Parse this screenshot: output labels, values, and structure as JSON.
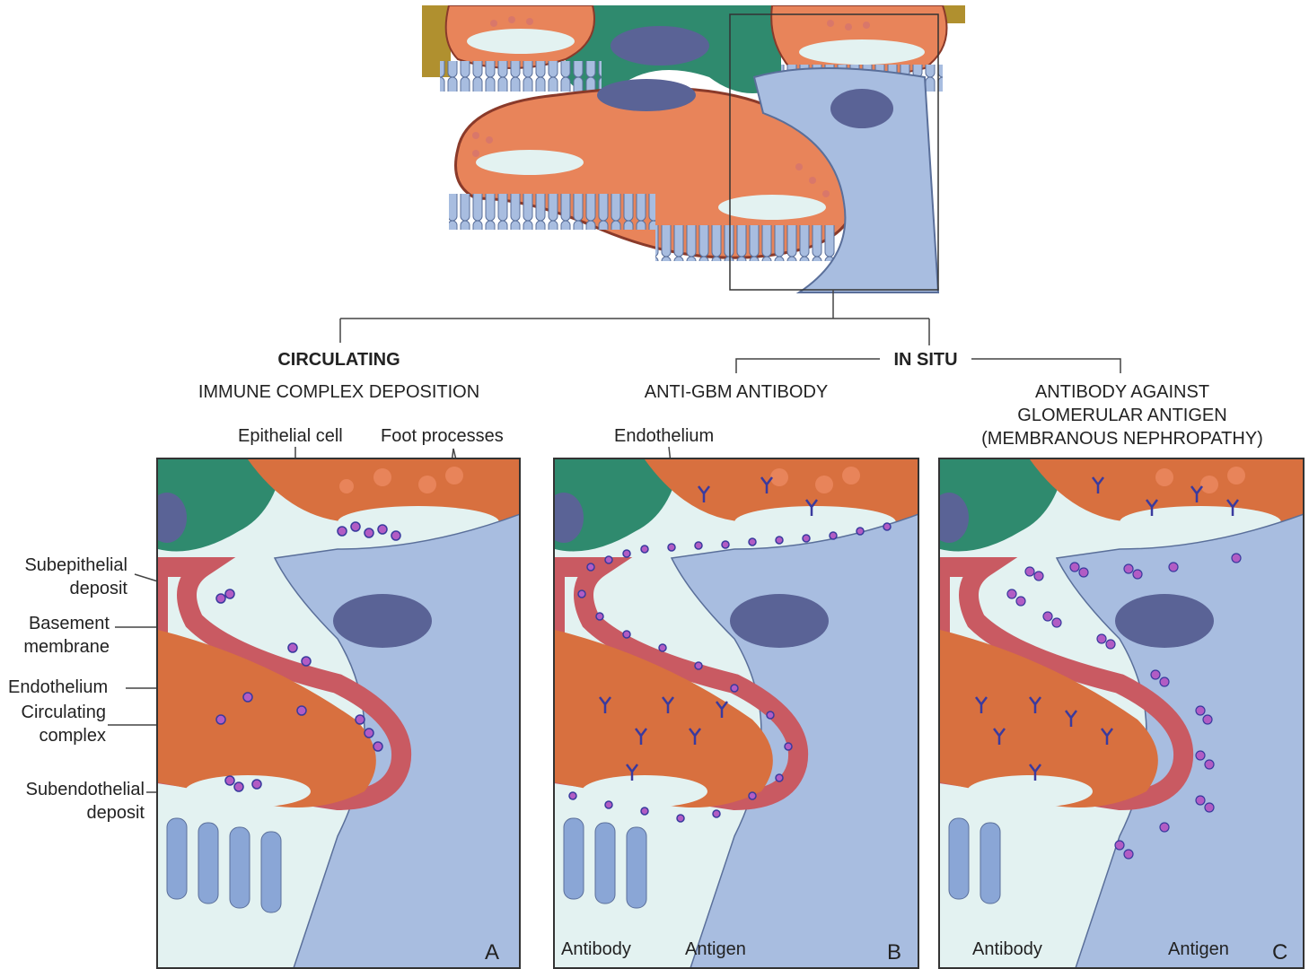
{
  "header": {
    "circulating_bold": "CIRCULATING",
    "circulating_sub": "IMMUNE COMPLEX DEPOSITION",
    "in_situ": "IN SITU",
    "anti_gbm": "ANTI-GBM ANTIBODY",
    "antibody_against_1": "ANTIBODY AGAINST",
    "antibody_against_2": "GLOMERULAR ANTIGEN",
    "antibody_against_3": "(MEMBRANOUS NEPHROPATHY)"
  },
  "panel_a": {
    "letter": "A",
    "labels": {
      "epithelial_cell": "Epithelial cell",
      "foot_processes": "Foot processes",
      "subepithelial_1": "Subepithelial",
      "subepithelial_2": "deposit",
      "basement_1": "Basement",
      "basement_2": "membrane",
      "endothelium": "Endothelium",
      "circulating_1": "Circulating",
      "circulating_2": "complex",
      "subendothelial_1": "Subendothelial",
      "subendothelial_2": "deposit"
    }
  },
  "panel_b": {
    "letter": "B",
    "labels": {
      "endothelium": "Endothelium",
      "antibody": "Antibody",
      "antigen": "Antigen"
    }
  },
  "panel_c": {
    "letter": "C",
    "labels": {
      "antibody": "Antibody",
      "antigen": "Antigen"
    }
  },
  "colors": {
    "capillary_orange": "#e8845a",
    "basement_red": "#c95a62",
    "foot_blue": "#a8bde0",
    "epithelial_green": "#2f8a6e",
    "nucleus_blue": "#5a6396",
    "lumen": "#e3f2f1",
    "antibody": "#3a3a9e",
    "antigen": "#b25cc4"
  }
}
